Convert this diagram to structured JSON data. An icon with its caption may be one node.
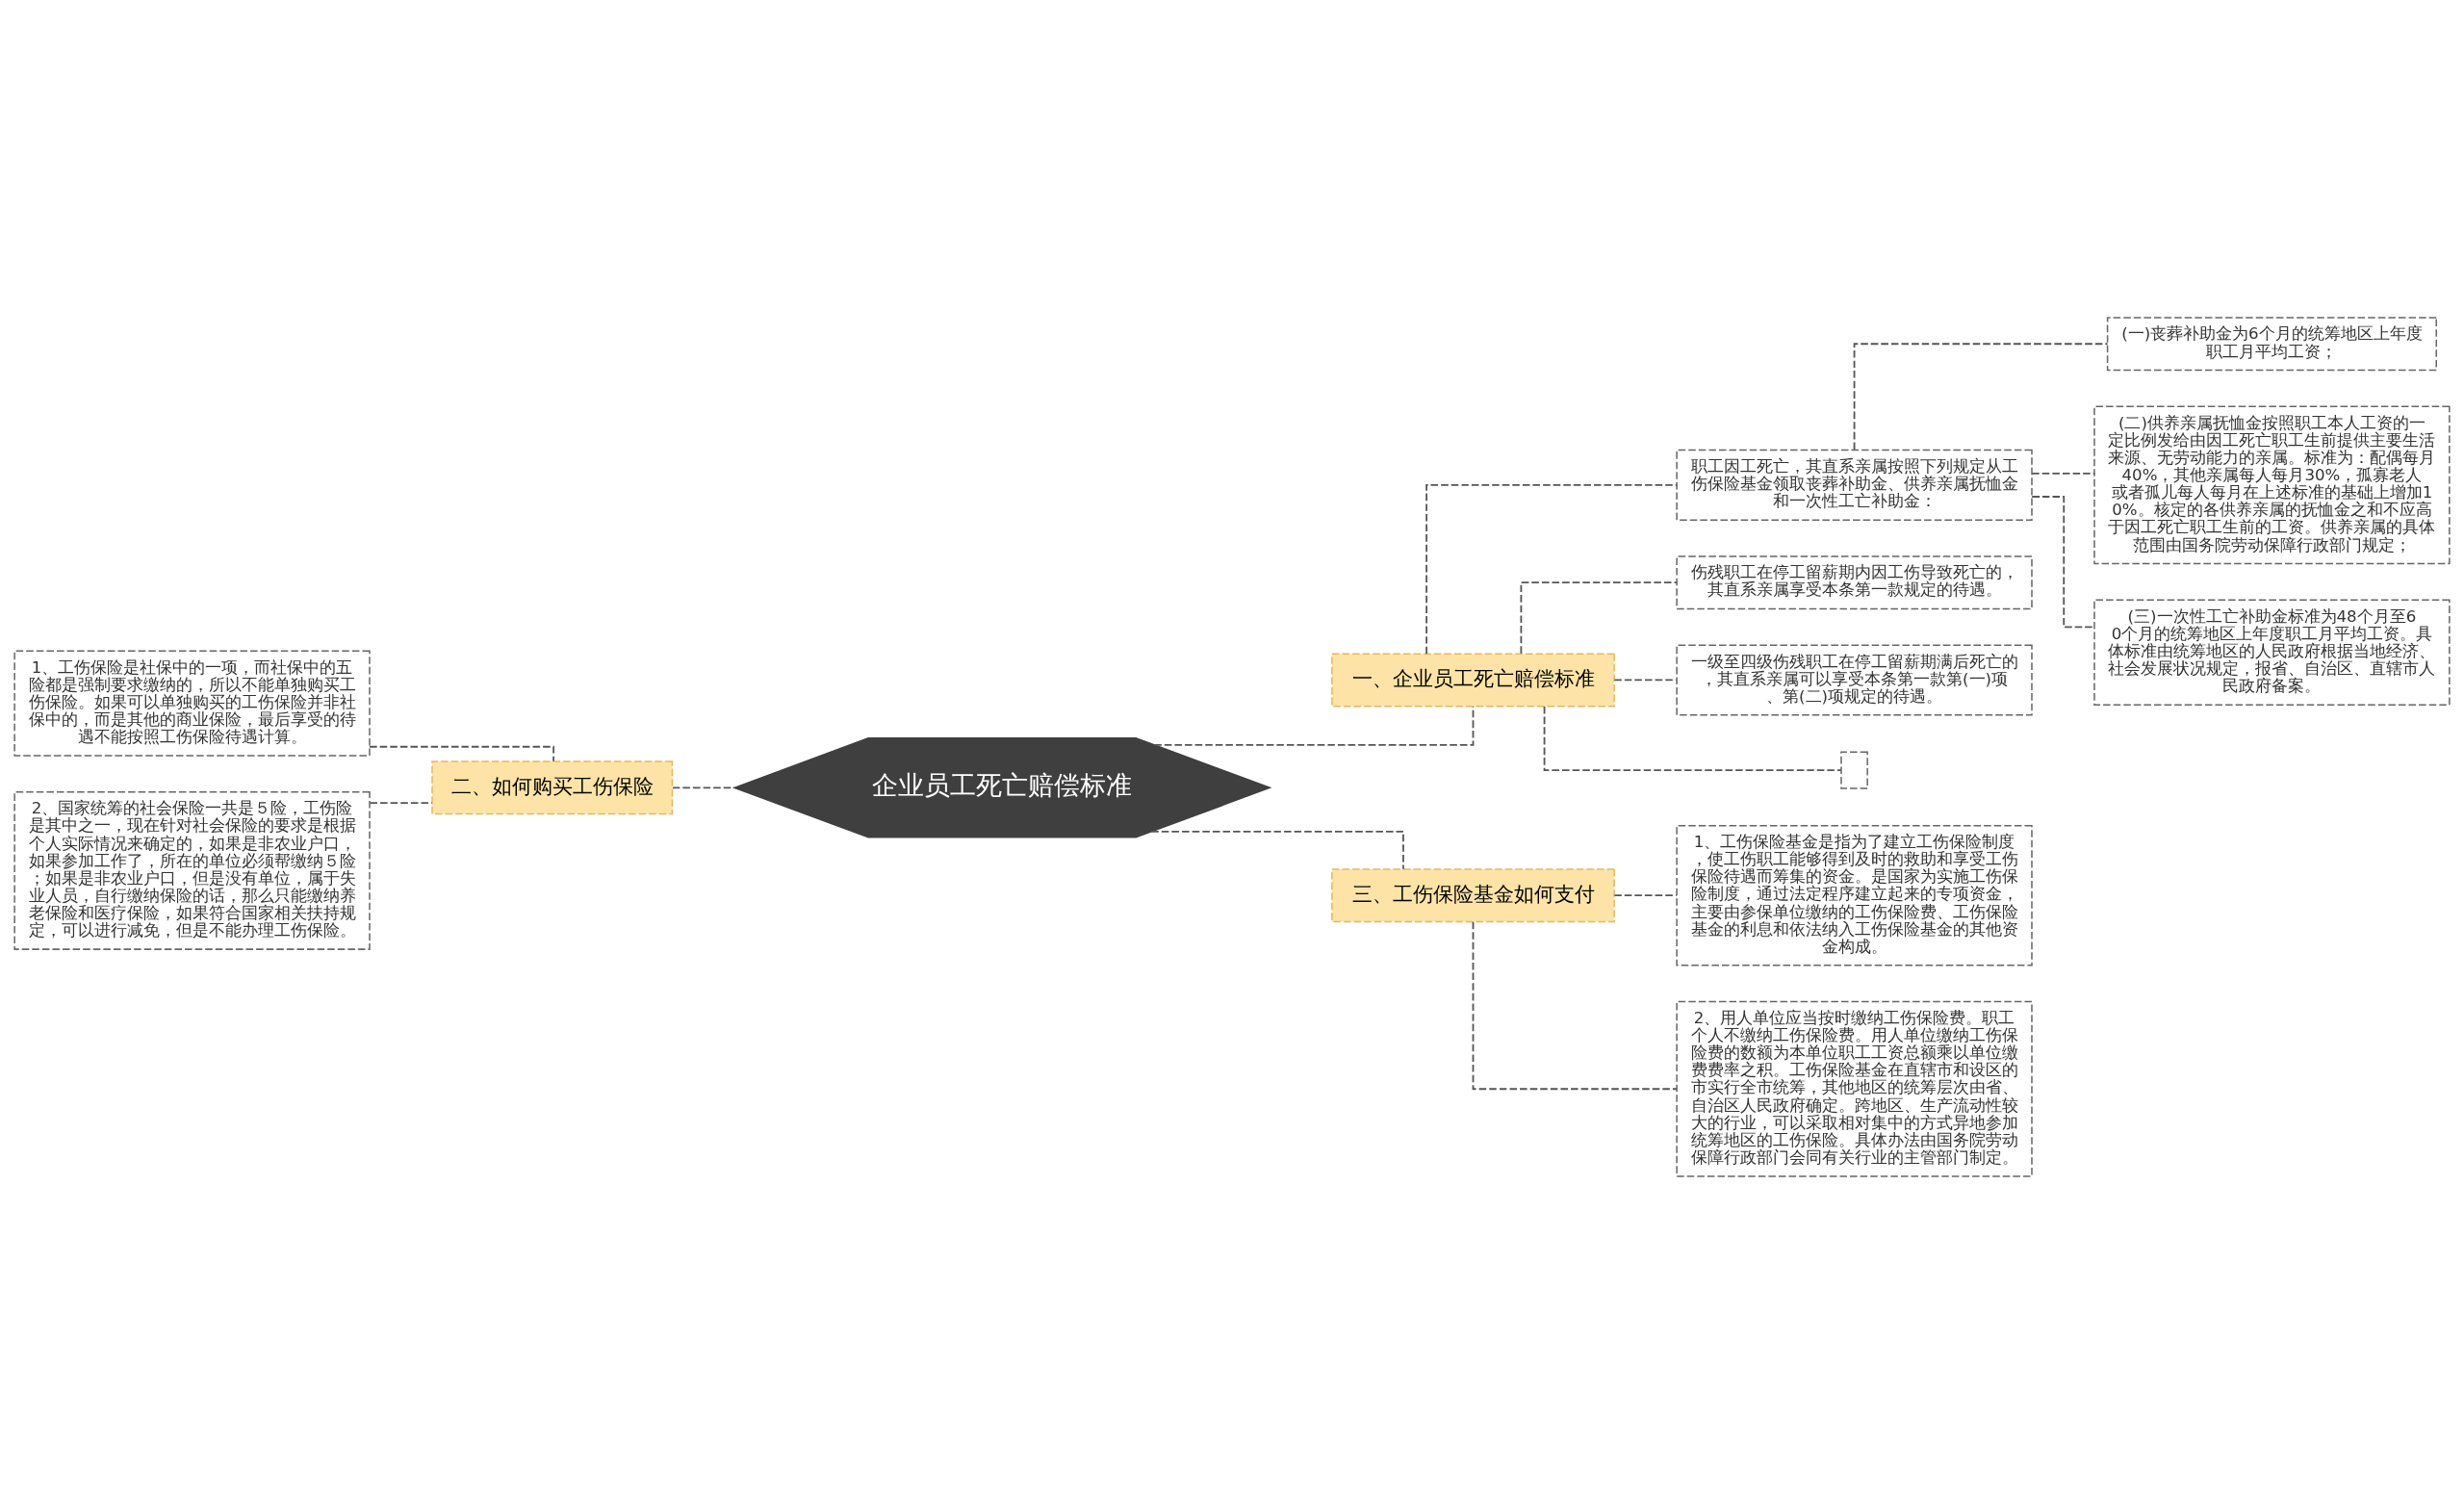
{
  "diagram": {
    "nodes": [
      {
        "text": [
          "企业员工死亡赔偿标准"
        ]
      },
      {
        "text": [
          "一、企业员工死亡赔偿标准"
        ]
      },
      {
        "text": [
          "职工因工死亡，其直系亲属按照下列规定从工伤保险基金领取丧葬补助金、供养亲属抚恤金和一次性工亡补助金："
        ]
      },
      {
        "text": [
          "(一)丧葬补助金为6个月的统筹地区上年度职工月平均工资；"
        ]
      },
      {
        "text": [
          "(二)供养亲属抚恤金按照职工本人工资的一定比例发给由因工死亡职工生前提供主要生活来源、无劳动能力的亲属。标准为：配偶每月40%，其他亲属每人每月30%，孤寡老人或者孤儿每人每月在上述标准的基础上增加10%。核定的各供养亲属的抚恤金之和不应高于因工死亡职工生前的工资。供养亲属的具体范围由国务院劳动保障行政部门规定；"
        ]
      },
      {
        "text": [
          "(三)一次性工亡补助金标准为48个月至60个月的统筹地区上年度职工月平均工资。具体标准由统筹地区的人民政府根据当地经济、社会发展状况规定，报省、自治区、直辖市人民政府备案。"
        ]
      },
      {
        "text": [
          "伤残职工在停工留薪期内因工伤导致死亡的，其直系亲属享受本条第一款规定的待遇。"
        ]
      },
      {
        "text": [
          "一级至四级伤残职工在停工留薪期满后死亡的，其直系亲属可以享受本条第一款第(一)项、第(二)项规定的待遇。"
        ]
      },
      {
        "text": [],
        "shape": "box"
      },
      {
        "text": [
          "三、工伤保险基金如何支付"
        ]
      },
      {
        "text": [
          "1、工伤保险基金是指为了建立工伤保险制度，使工伤职工能够得到及时的救助和享受工伤保险待遇而筹集的资金。是国家为实施工伤保险制度，通过法定程序建立起来的专项资金，主要由参保单位缴纳的工伤保险费、工伤保险基金的利息和依法纳入工伤保险基金的其他资金构成。"
        ]
      },
      {
        "text": [
          "2、用人单位应当按时缴纳工伤保险费。职工个人不缴纳工伤保险费。用人单位缴纳工伤保险费的数额为本单位职工工资总额乘以单位缴费费率之积。工伤保险基金在直辖市和设区的市实行全市统筹，其他地区的统筹层次由省、自治区人民政府确定。跨地区、生产流动性较大的行业，可以采取相对集中的方式异地参加统筹地区的工伤保险。具体办法由国务院劳动保障行政部门会同有关行业的主管部门制定。"
        ]
      },
      {
        "text": [
          "二、如何购买工伤保险"
        ]
      },
      {
        "text": [
          "1、工伤保险是社保中的一项，而社保中的五险都是强制要求缴纳的，所以不能单独购买工伤保险。如果可以单独购买的工伤保险并非社保中的，而是其他的商业保险，最后享受的待遇不能按照工伤保险待遇计算。"
        ]
      },
      {
        "text": [
          "2、国家统筹的社会保险一共是５险，工伤险是其中之一，现在针对社会保险的要求是根据个人实际情况来确定的，如果是非农业户口，如果参加工作了，所在的单位必须帮缴纳５险；如果是非农业户口，但是没有单位，属于失业人员，自行缴纳保险的话，那么只能缴纳养老保险和医疗保险，如果符合国家相关扶持规定，可以进行减免，但是不能办理工伤保险。"
        ]
      }
    ],
    "edges": [
      {
        "from": 0,
        "to": 1,
        "arrow": "none",
        "style": "dashed"
      },
      {
        "from": 1,
        "to": 2,
        "arrow": "none",
        "style": "dashed"
      },
      {
        "from": 2,
        "to": 3,
        "arrow": "none",
        "style": "dashed"
      },
      {
        "from": 2,
        "to": 4,
        "arrow": "none",
        "style": "dashed"
      },
      {
        "from": 2,
        "to": 5,
        "arrow": "none",
        "style": "dashed"
      },
      {
        "from": 1,
        "to": 6,
        "arrow": "none",
        "style": "dashed"
      },
      {
        "from": 1,
        "to": 7,
        "arrow": "none",
        "style": "dashed"
      },
      {
        "from": 1,
        "to": 8,
        "arrow": "none",
        "style": "dashed"
      },
      {
        "from": 0,
        "to": 9,
        "arrow": "none",
        "style": "dashed"
      },
      {
        "from": 9,
        "to": 10,
        "arrow": "none",
        "style": "dashed"
      },
      {
        "from": 9,
        "to": 11,
        "arrow": "none",
        "style": "dashed"
      },
      {
        "from": 0,
        "to": 12,
        "arrow": "none",
        "style": "dashed"
      },
      {
        "from": 12,
        "to": 13,
        "arrow": "none",
        "style": "dashed"
      },
      {
        "from": 12,
        "to": 14,
        "arrow": "none",
        "style": "dashed"
      }
    ]
  }
}
